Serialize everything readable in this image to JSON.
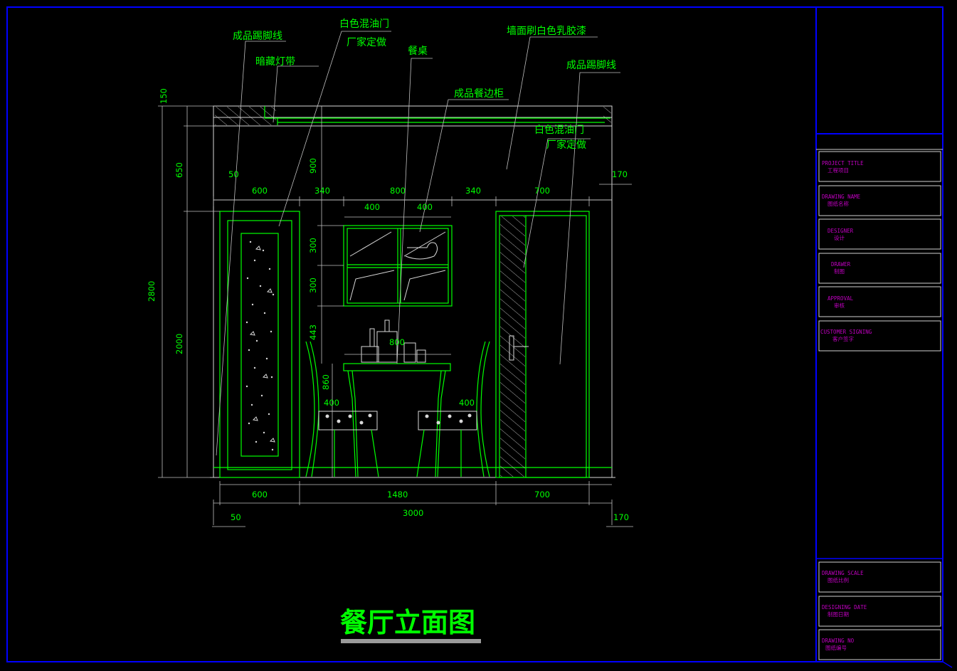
{
  "drawing_title": "餐厅立面图",
  "annotations": {
    "skirting_left": "成品踢脚线",
    "hidden_light": "暗藏灯带",
    "door_left_1": "白色混油门",
    "door_left_2": "厂家定做",
    "dining_table": "餐桌",
    "wall_paint": "墙面刷白色乳胶漆",
    "skirting_right": "成品踢脚线",
    "sideboard": "成品餐边柜",
    "door_right_1": "白色混油门",
    "door_right_2": "厂家定做"
  },
  "dims": {
    "v_150": "150",
    "v_650": "650",
    "v_2800": "2800",
    "v_2000": "2000",
    "v_900": "900",
    "v_300a": "300",
    "v_300b": "300",
    "v_443": "443",
    "v_860": "860",
    "top_50": "50",
    "top_170": "170",
    "top_600": "600",
    "top_340a": "340",
    "top_800": "800",
    "top_340b": "340",
    "top_700": "700",
    "cab_400a": "400",
    "cab_400b": "400",
    "table_800": "800",
    "chair_400a": "400",
    "chair_400b": "400",
    "bot_600": "600",
    "bot_1480": "1480",
    "bot_700": "700",
    "bot_3000": "3000",
    "bot_50": "50",
    "bot_170": "170"
  },
  "title_block": {
    "project_en": "PROJECT TITLE",
    "project_cn": "工程项目",
    "drawing_en": "DRAWING NAME",
    "drawing_cn": "图纸名称",
    "designer_en": "DESIGNER",
    "designer_cn": "设计",
    "drawer_en": "DRAWER",
    "drawer_cn": "制图",
    "approval_en": "APPROVAL",
    "approval_cn": "审核",
    "customer_en": "CUSTOMER SIGNING",
    "customer_cn": "客户签字",
    "scale_en": "DRAWING SCALE",
    "scale_cn": "图纸比例",
    "date_en": "DESIGNING DATE",
    "date_cn": "制图日期",
    "no_en": "DRAWING NO",
    "no_cn": "图纸编号"
  },
  "colors": {
    "line": "#00ff00",
    "frame": "#0000ff",
    "tb_text": "#c000c0",
    "background": "#000000"
  }
}
